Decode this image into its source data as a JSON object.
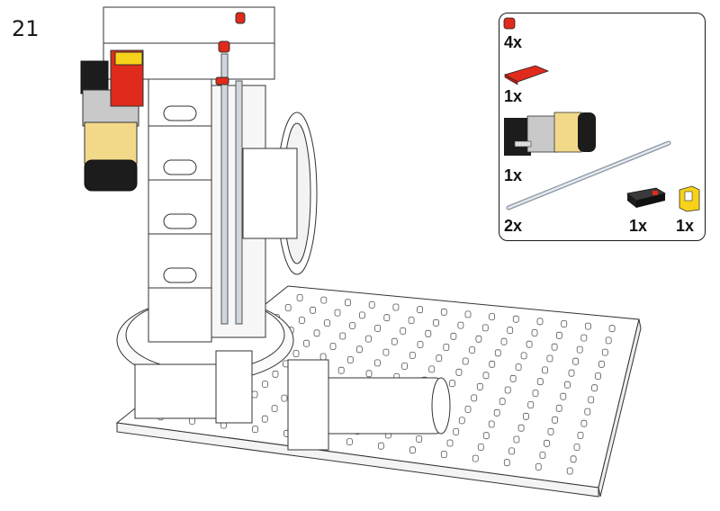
{
  "step": {
    "number": "21"
  },
  "parts_list": {
    "items": [
      {
        "part": "red-small-cap",
        "quantity": "4x",
        "color": "#e02a1b"
      },
      {
        "part": "red-flat-plate",
        "quantity": "1x",
        "color": "#e02a1b"
      },
      {
        "part": "yellow-motor",
        "quantity": "1x",
        "color": "#f2d98a"
      },
      {
        "part": "metal-axle",
        "quantity": "2x",
        "color": "#d6dde6"
      },
      {
        "part": "black-connector",
        "quantity": "1x",
        "color": "#1c1c1c"
      },
      {
        "part": "yellow-clip",
        "quantity": "1x",
        "color": "#f7d21a"
      }
    ]
  },
  "colors": {
    "outline": "#1a1a1a",
    "model_white": "#ffffff",
    "red": "#e02a1b",
    "yellow": "#f2d98a",
    "dark": "#1c1c1c"
  }
}
